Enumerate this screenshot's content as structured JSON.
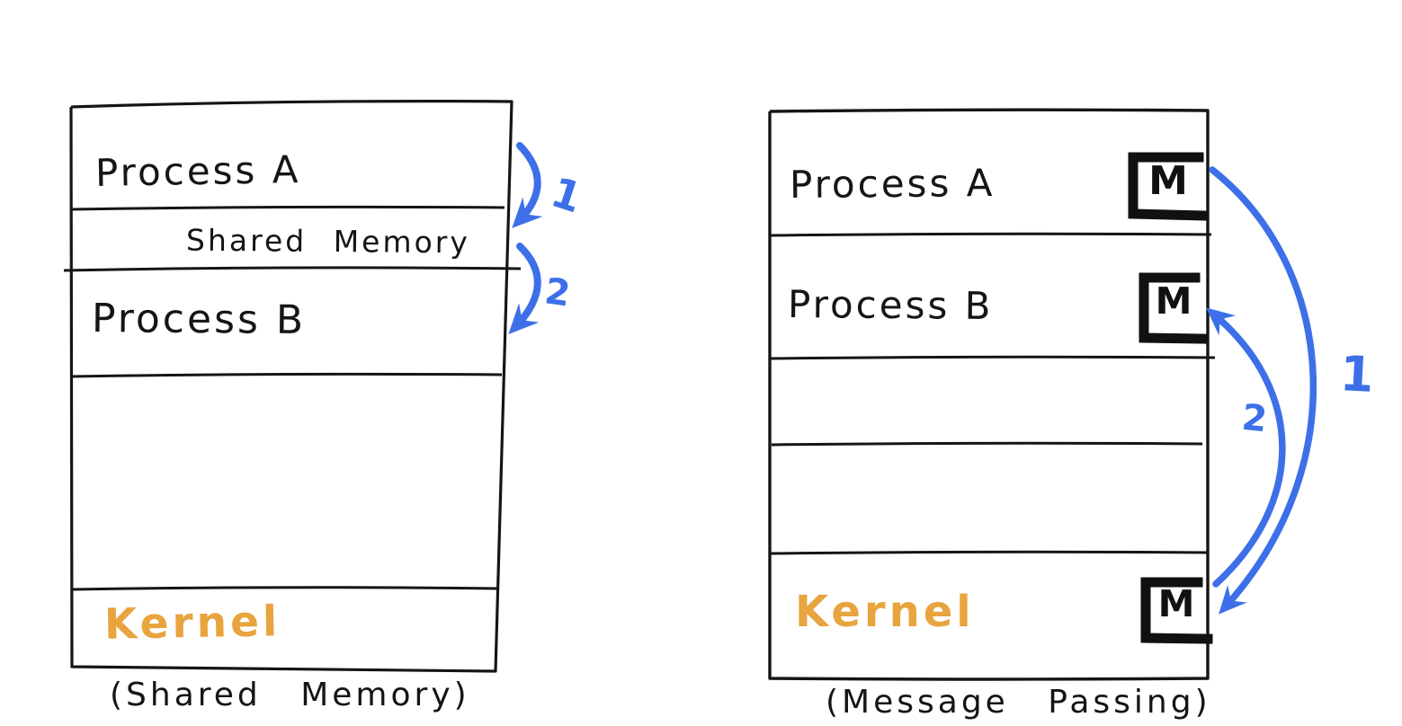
{
  "colors": {
    "ink": "#151515",
    "arrow_blue": "#3d70e8",
    "kernel_orange": "#e8a43e"
  },
  "left_diagram": {
    "caption": "(Shared Memory)",
    "rows": {
      "process_a": "Process A",
      "shared_memory": "Shared Memory",
      "process_b": "Process B",
      "kernel": "Kernel"
    },
    "steps": {
      "step1": "1",
      "step2": "2"
    }
  },
  "right_diagram": {
    "caption": "(Message Passing)",
    "rows": {
      "process_a": "Process A",
      "process_b": "Process B",
      "kernel": "Kernel"
    },
    "message_box_label": "M",
    "steps": {
      "step1": "1",
      "step2": "2"
    }
  }
}
